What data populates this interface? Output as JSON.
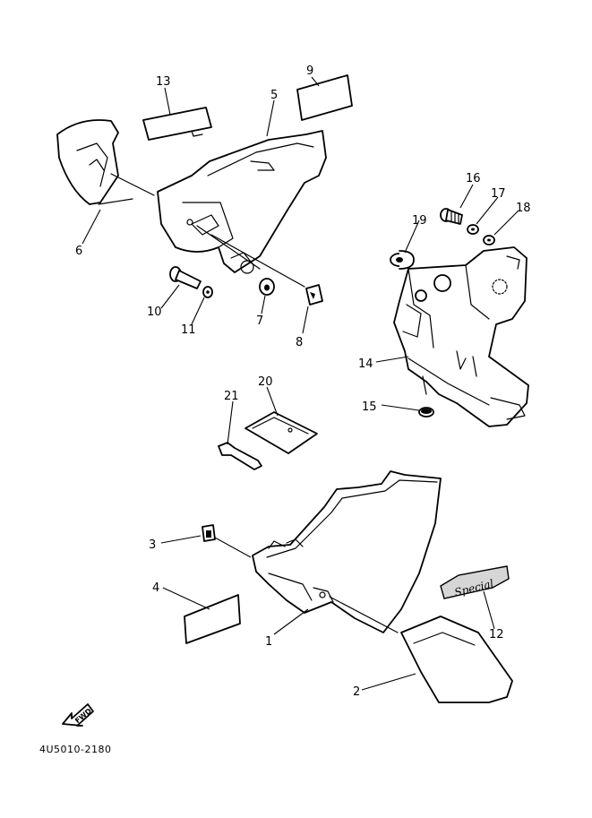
{
  "diagram_code": "4U5010-2180",
  "fwd_label": "FWD",
  "emblem_text": "Special",
  "callouts": {
    "c1": "1",
    "c2": "2",
    "c3": "3",
    "c4": "4",
    "c5": "5",
    "c6": "6",
    "c7": "7",
    "c8": "8",
    "c9": "9",
    "c10": "10",
    "c11": "11",
    "c12": "12",
    "c13": "13",
    "c14": "14",
    "c15": "15",
    "c16": "16",
    "c17": "17",
    "c18": "18",
    "c19": "19",
    "c20": "20",
    "c21": "21"
  }
}
